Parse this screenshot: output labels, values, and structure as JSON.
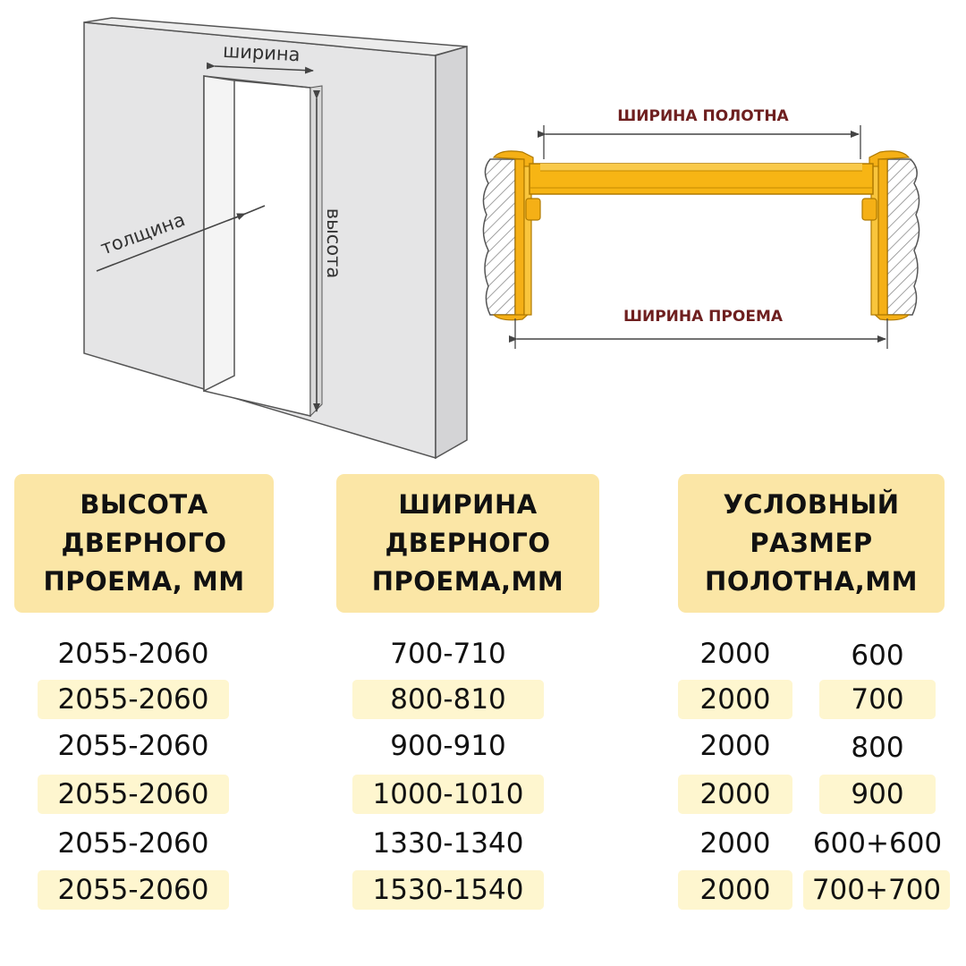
{
  "diagram": {
    "opening_labels": {
      "width": "ширина",
      "thickness": "толщина",
      "height": "высота"
    },
    "section_labels": {
      "leaf_width": "ШИРИНА ПОЛОТНА",
      "opening_width": "ШИРИНА ПРОЕМА"
    },
    "colors": {
      "wall": "#e5e5e6",
      "frame": "#f5b016",
      "label": "#6e1f1f"
    }
  },
  "table": {
    "headers": {
      "height": "ВЫСОТА\nДВЕРНОГО\nПРОЕМА, ММ",
      "width": "ШИРИНА\nДВЕРНОГО\nПРОЕМА,ММ",
      "leaf": "УСЛОВНЫЙ\nРАЗМЕР\nПОЛОТНА,ММ"
    },
    "rows": [
      {
        "height": "2055-2060",
        "width": "700-710",
        "leaf_h": "2000",
        "leaf_w": "600"
      },
      {
        "height": "2055-2060",
        "width": "800-810",
        "leaf_h": "2000",
        "leaf_w": "700"
      },
      {
        "height": "2055-2060",
        "width": "900-910",
        "leaf_h": "2000",
        "leaf_w": "800"
      },
      {
        "height": "2055-2060",
        "width": "1000-1010",
        "leaf_h": "2000",
        "leaf_w": "900"
      },
      {
        "height": "2055-2060",
        "width": "1330-1340",
        "leaf_h": "2000",
        "leaf_w": "600+600"
      },
      {
        "height": "2055-2060",
        "width": "1530-1540",
        "leaf_h": "2000",
        "leaf_w": "700+700"
      }
    ],
    "highlight_color": "#fef6cf",
    "header_color": "#fbe6a6"
  }
}
